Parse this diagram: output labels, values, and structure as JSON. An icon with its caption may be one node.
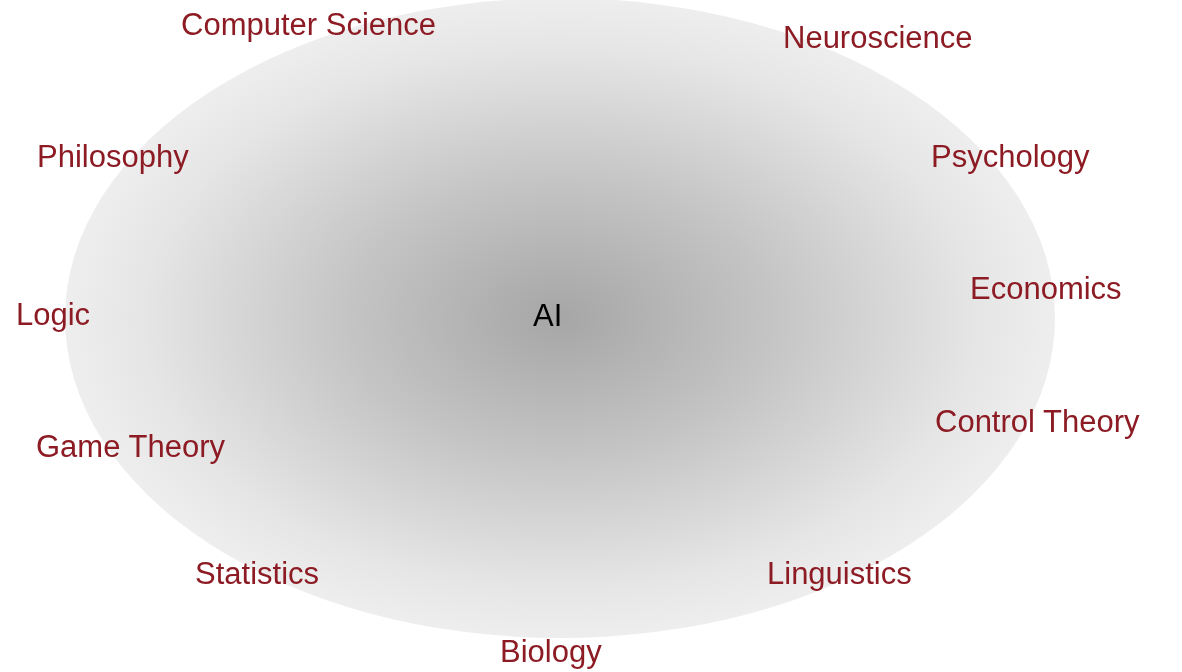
{
  "diagram": {
    "nodes": [
      {
        "text": [
          "AI"
        ]
      }
    ],
    "labels": [
      "Computer Science",
      "Neuroscience",
      "Philosophy",
      "Psychology",
      "Economics",
      "Logic",
      "Control Theory",
      "Game Theory",
      "Statistics",
      "Linguistics",
      "Biology"
    ]
  }
}
